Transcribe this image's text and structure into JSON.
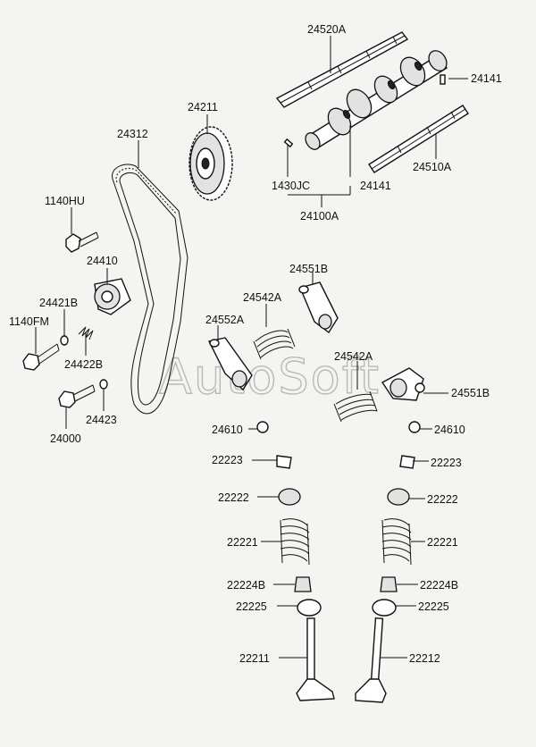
{
  "watermark": "AutoSoft",
  "labels": {
    "p24520A": "24520A",
    "p24141a": "24141",
    "p24211": "24211",
    "p24312": "24312",
    "p1430JC": "1430JC",
    "p24141b": "24141",
    "p24510A": "24510A",
    "p24100A": "24100A",
    "p1140HU": "1140HU",
    "p24410": "24410",
    "p24551Ba": "24551B",
    "p24542Aa": "24542A",
    "p24421B": "24421B",
    "p1140FM": "1140FM",
    "p24552A": "24552A",
    "p24542Ab": "24542A",
    "p24422B": "24422B",
    "p24551Bb": "24551B",
    "p24423": "24423",
    "p24000": "24000",
    "p24610a": "24610",
    "p24610b": "24610",
    "p22223a": "22223",
    "p22223b": "22223",
    "p22222a": "22222",
    "p22222b": "22222",
    "p22221a": "22221",
    "p22221b": "22221",
    "p22224Ba": "22224B",
    "p22224Bb": "22224B",
    "p22225a": "22225",
    "p22225b": "22225",
    "p22211": "22211",
    "p22212": "22212"
  }
}
